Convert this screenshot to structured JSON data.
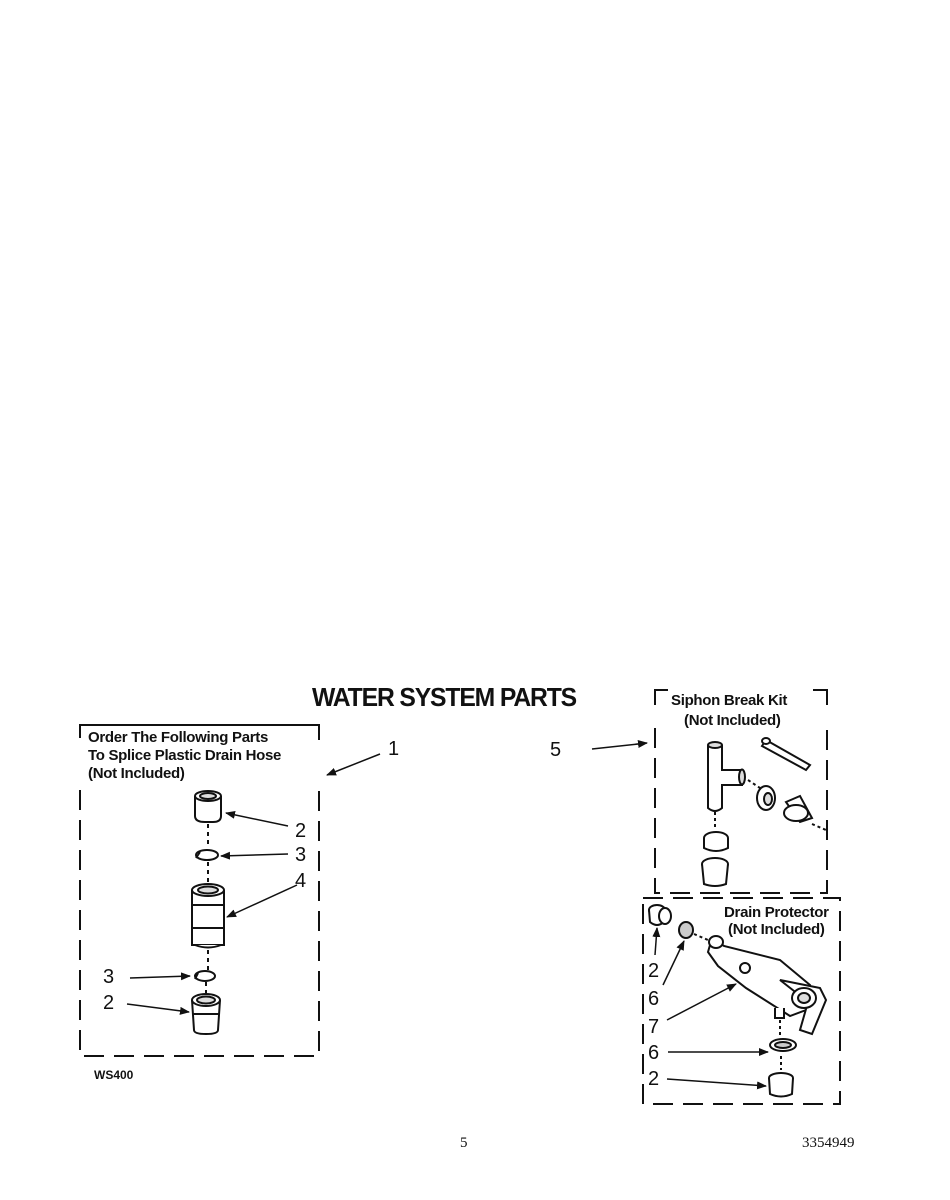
{
  "title": "WATER SYSTEM PARTS",
  "splice_box": {
    "lines": [
      "Order The Following Parts",
      "To Splice Plastic Drain Hose",
      "(Not Included)"
    ]
  },
  "siphon_box": {
    "lines": [
      "Siphon Break Kit",
      "(Not Included)"
    ]
  },
  "drain_box": {
    "lines": [
      "Drain Protector",
      "(Not Included)"
    ]
  },
  "callouts": {
    "c1": "1",
    "c5": "5",
    "splice_2_top": "2",
    "splice_3_top": "3",
    "splice_4": "4",
    "splice_3_bottom": "3",
    "splice_2_bottom": "2",
    "drain_2_top": "2",
    "drain_6_top": "6",
    "drain_7": "7",
    "drain_6_bottom": "6",
    "drain_2_bottom": "2"
  },
  "code": "WS400",
  "page_number": "5",
  "doc_number": "3354949"
}
